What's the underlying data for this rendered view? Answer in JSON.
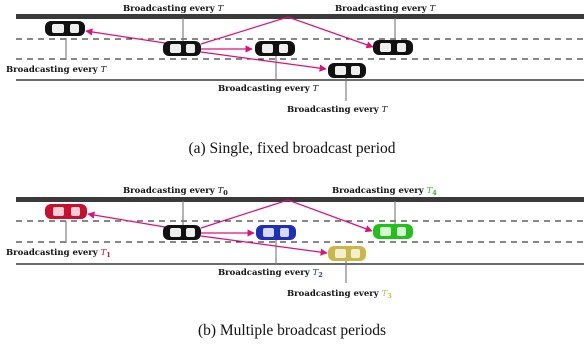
{
  "colors": {
    "arrow": "#e0107a",
    "default_car": "#111111",
    "t1": "#c8102e",
    "t2": "#1f2fb8",
    "t3": "#c8b84a",
    "t4": "#22c01a"
  },
  "panel_a": {
    "caption": "(a) Single, fixed broadcast period",
    "label_prefix": "Broadcasting every ",
    "cars": [
      {
        "name": "left-car",
        "symbol": "T",
        "subscript": ""
      },
      {
        "name": "center-car",
        "symbol": "T",
        "subscript": ""
      },
      {
        "name": "right-car",
        "symbol": "T",
        "subscript": ""
      },
      {
        "name": "middle-right-car",
        "symbol": "T",
        "subscript": ""
      },
      {
        "name": "lower-right-car",
        "symbol": "T",
        "subscript": ""
      }
    ]
  },
  "panel_b": {
    "caption": "(b) Multiple broadcast periods",
    "label_prefix": "Broadcasting every ",
    "cars": [
      {
        "name": "red-car",
        "symbol": "T",
        "subscript": "1",
        "color_key": "t1"
      },
      {
        "name": "black-car",
        "symbol": "T",
        "subscript": "0",
        "color_key": "default_car"
      },
      {
        "name": "green-car",
        "symbol": "T",
        "subscript": "4",
        "color_key": "t4"
      },
      {
        "name": "blue-car",
        "symbol": "T",
        "subscript": "2",
        "color_key": "t2"
      },
      {
        "name": "yellow-car",
        "symbol": "T",
        "subscript": "3",
        "color_key": "t3"
      }
    ]
  }
}
